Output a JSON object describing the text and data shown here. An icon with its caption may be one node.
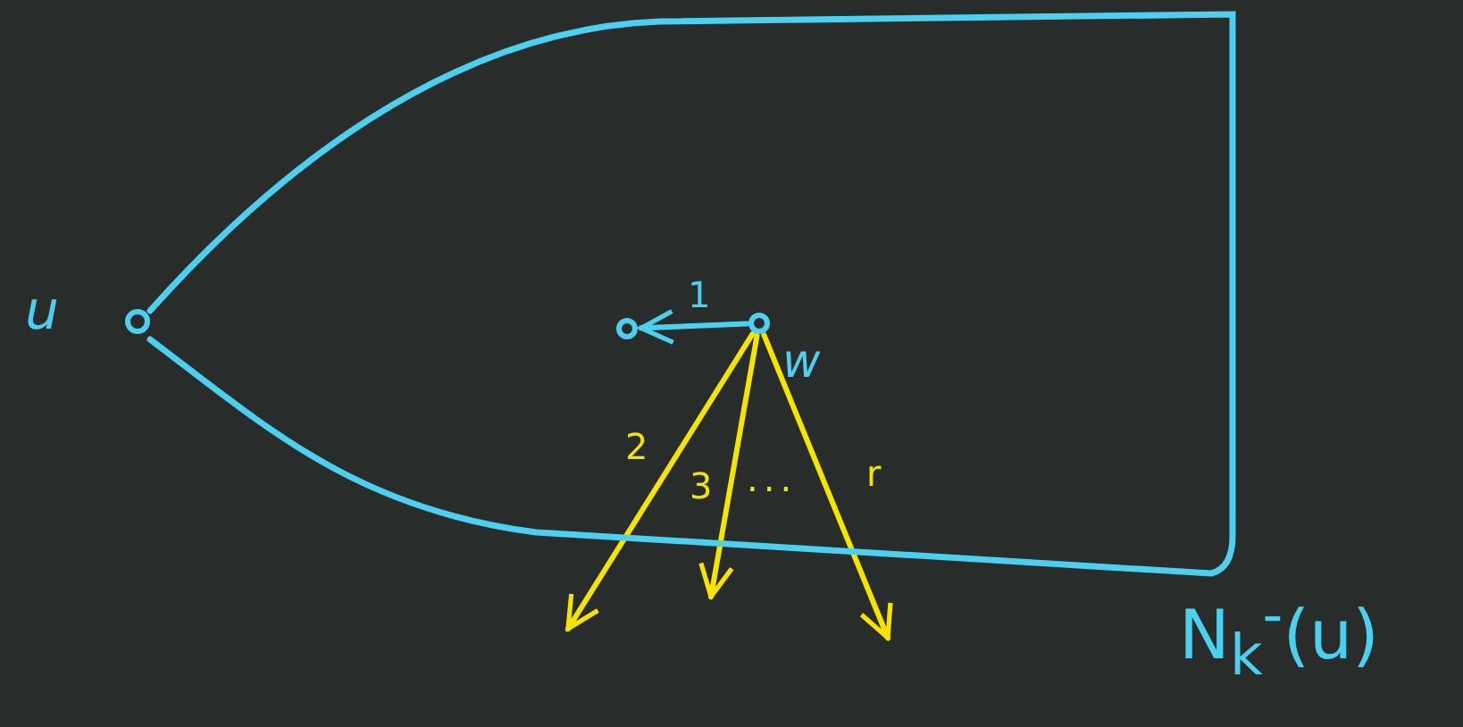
{
  "diagram": {
    "nodes": [
      {
        "text": [
          "N$_{k}$$^{-}$(u)"
        ]
      },
      {
        "text": [],
        "shape": "circle",
        "beside": [
          "u"
        ]
      },
      {
        "text": [],
        "shape": "circle",
        "beside": [
          "w"
        ],
        "in": 0
      },
      {
        "text": [],
        "shape": "circle",
        "in": 0
      }
    ],
    "edges": [
      {
        "from": 2,
        "to": 3,
        "arrow": "to",
        "label": "1",
        "color": "#4dd0f0"
      },
      {
        "from": 2,
        "to": null,
        "arrow": "to",
        "label": "2"
      },
      {
        "from": 2,
        "to": null,
        "arrow": "to",
        "label": "3"
      },
      {
        "from": 2,
        "to": null,
        "arrow": "to",
        "label": "r"
      }
    ],
    "labels": [
      "..."
    ]
  }
}
